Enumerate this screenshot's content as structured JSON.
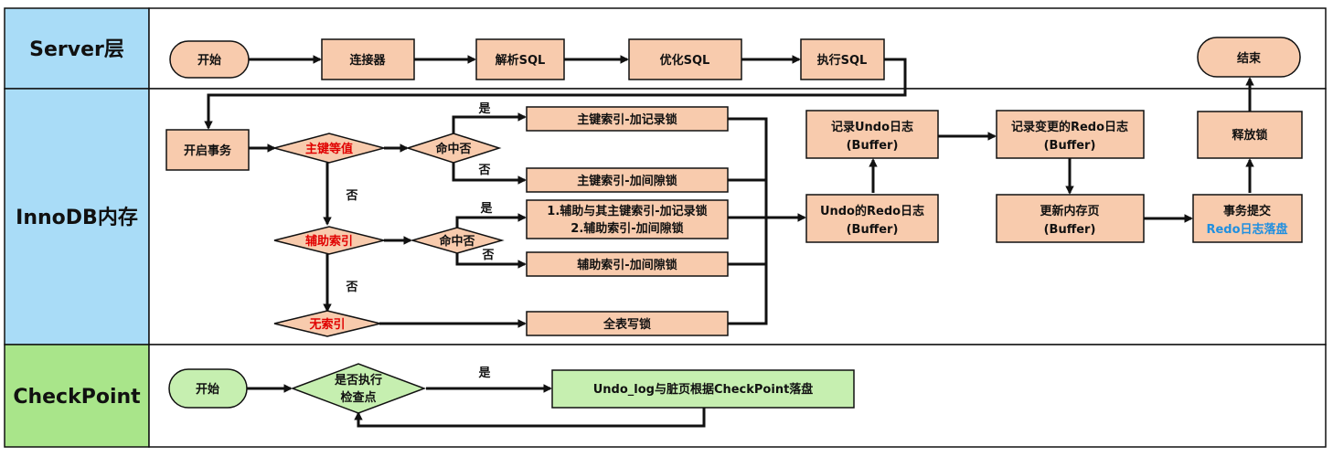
{
  "lanes": {
    "server": "Server层",
    "innodb": "InnoDB内存",
    "checkpoint": "CheckPoint"
  },
  "server_nodes": {
    "start": "开始",
    "connector": "连接器",
    "parse": "解析SQL",
    "optimize": "优化SQL",
    "execute": "执行SQL",
    "end": "结束"
  },
  "innodb_nodes": {
    "begin_tx": "开启事务",
    "pk_equal": "主键等值",
    "hit1": "命中否",
    "pk_record_lock": "主键索引-加记录锁",
    "pk_gap_lock": "主键索引-加间隙锁",
    "secondary_index": "辅助索引",
    "hit2": "命中否",
    "sec_lock_line1": "1.辅助与其主键索引-加记录锁",
    "sec_lock_line2": "2.辅助索引-加间隙锁",
    "sec_gap_lock": "辅助索引-加间隙锁",
    "no_index": "无索引",
    "table_lock": "全表写锁",
    "undo_redo_line1": "Undo的Redo日志",
    "undo_redo_line2": "(Buffer)",
    "record_undo_line1": "记录Undo日志",
    "record_undo_line2": "(Buffer)",
    "record_redo_line1": "记录变更的Redo日志",
    "record_redo_line2": "(Buffer)",
    "update_page_line1": "更新内存页",
    "update_page_line2": "(Buffer)",
    "commit_line1": "事务提交",
    "commit_line2": "Redo日志落盘",
    "release_lock": "释放锁"
  },
  "edge_labels": {
    "yes": "是",
    "no": "否"
  },
  "checkpoint_nodes": {
    "start": "开始",
    "decision_line1": "是否执行",
    "decision_line2": "检查点",
    "flush": "Undo_log与脏页根据CheckPoint落盘"
  },
  "colors": {
    "server_lane": "#a9dcf7",
    "innodb_lane": "#a9dcf7",
    "checkpoint_lane": "#a9e58a",
    "box": "#f8cbad",
    "green_box": "#c6efb0",
    "red_text": "#e00000",
    "blue_text": "#1f8fe0"
  }
}
